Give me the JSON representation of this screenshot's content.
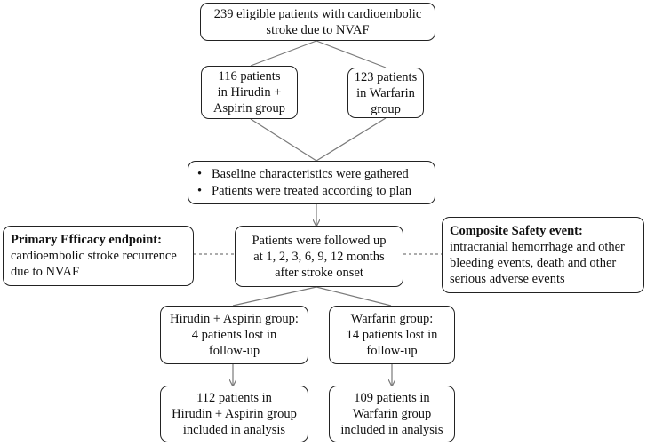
{
  "diagram": {
    "eligible": {
      "lines": [
        "239 eligible patients with cardioembolic",
        "stroke due to NVAF"
      ]
    },
    "group_hirudin": {
      "lines": [
        "116 patients",
        "in Hirudin +",
        "Aspirin group"
      ]
    },
    "group_warfarin": {
      "lines": [
        "123 patients",
        "in Warfarin",
        "group"
      ]
    },
    "treatment": {
      "bullets": [
        "Baseline characteristics were gathered",
        "Patients were treated according to plan"
      ]
    },
    "followup": {
      "lines": [
        "Patients were followed up",
        "at 1, 2, 3, 6, 9, 12 months",
        "after stroke onset"
      ]
    },
    "primary_endpoint": {
      "title": "Primary Efficacy endpoint:",
      "lines": [
        "cardioembolic stroke recurrence",
        "due to NVAF"
      ]
    },
    "safety_event": {
      "title": "Composite Safety event:",
      "lines": [
        "intracranial hemorrhage and other",
        "bleeding events, death and other",
        "serious adverse events"
      ]
    },
    "lost_hirudin": {
      "lines": [
        "Hirudin + Aspirin group:",
        "4 patients lost in",
        "follow-up"
      ]
    },
    "lost_warfarin": {
      "lines": [
        "Warfarin group:",
        "14 patients lost in",
        "follow-up"
      ]
    },
    "analysis_hirudin": {
      "lines": [
        "112 patients in",
        "Hirudin + Aspirin group",
        "included in analysis"
      ]
    },
    "analysis_warfarin": {
      "lines": [
        "109 patients in",
        "Warfarin group",
        "included in analysis"
      ]
    }
  },
  "colors": {
    "line": "#7a7a7a",
    "border": "#222222",
    "text": "#111111"
  }
}
